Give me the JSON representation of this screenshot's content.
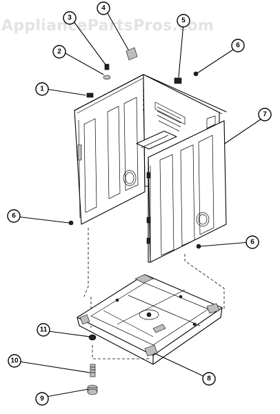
{
  "watermark": "AppliancePartsPros.com",
  "callouts": [
    {
      "id": "c1",
      "label": "1"
    },
    {
      "id": "c2",
      "label": "2"
    },
    {
      "id": "c3",
      "label": "3"
    },
    {
      "id": "c4",
      "label": "4"
    },
    {
      "id": "c5",
      "label": "5"
    },
    {
      "id": "c6a",
      "label": "6"
    },
    {
      "id": "c6b",
      "label": "6"
    },
    {
      "id": "c7",
      "label": "7"
    },
    {
      "id": "c8",
      "label": "8"
    },
    {
      "id": "c9",
      "label": "9"
    },
    {
      "id": "c10",
      "label": "10"
    },
    {
      "id": "c11",
      "label": "11"
    }
  ]
}
